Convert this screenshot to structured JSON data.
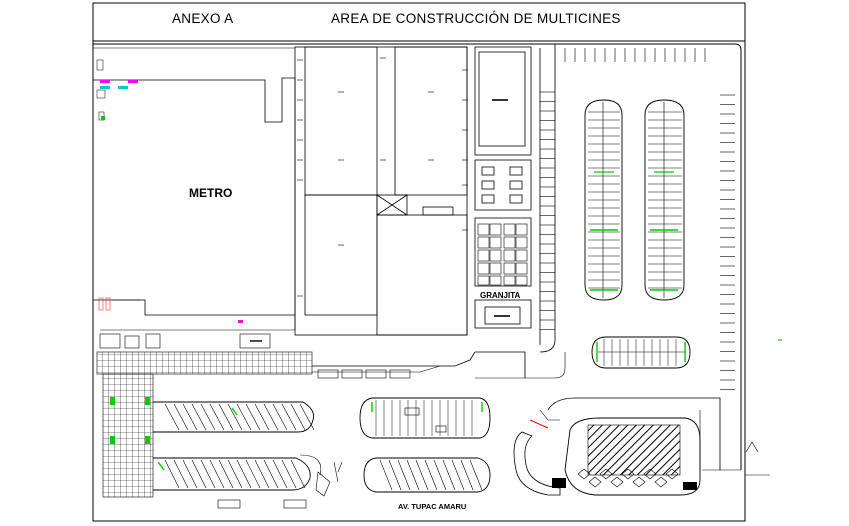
{
  "drawing": {
    "annex_label": "ANEXO A",
    "title": "AREA DE CONSTRUCCIÓN DE MULTICINES"
  },
  "labels": {
    "metro": "METRO",
    "granja": "GRANJITA",
    "street": "AV. TUPAC AMARU"
  },
  "colors": {
    "line": "#000000",
    "accent_green": "#00cc00",
    "accent_red": "#ff0000",
    "accent_cyan": "#00cccc",
    "accent_magenta": "#ff00ff",
    "background": "#ffffff"
  }
}
